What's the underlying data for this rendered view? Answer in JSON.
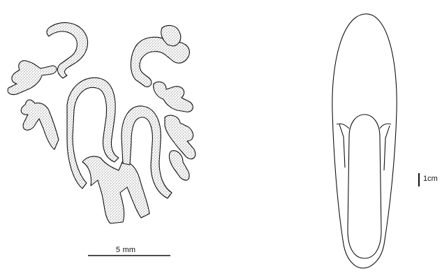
{
  "figure": {
    "ink_color": "#111111",
    "stipple_color": "#555555",
    "left_drawing": "stippled-coral-section",
    "right_drawing": "elongated-oval-outline"
  },
  "scale_bars": {
    "left_label": "5 mm",
    "right_label": "1cm"
  }
}
